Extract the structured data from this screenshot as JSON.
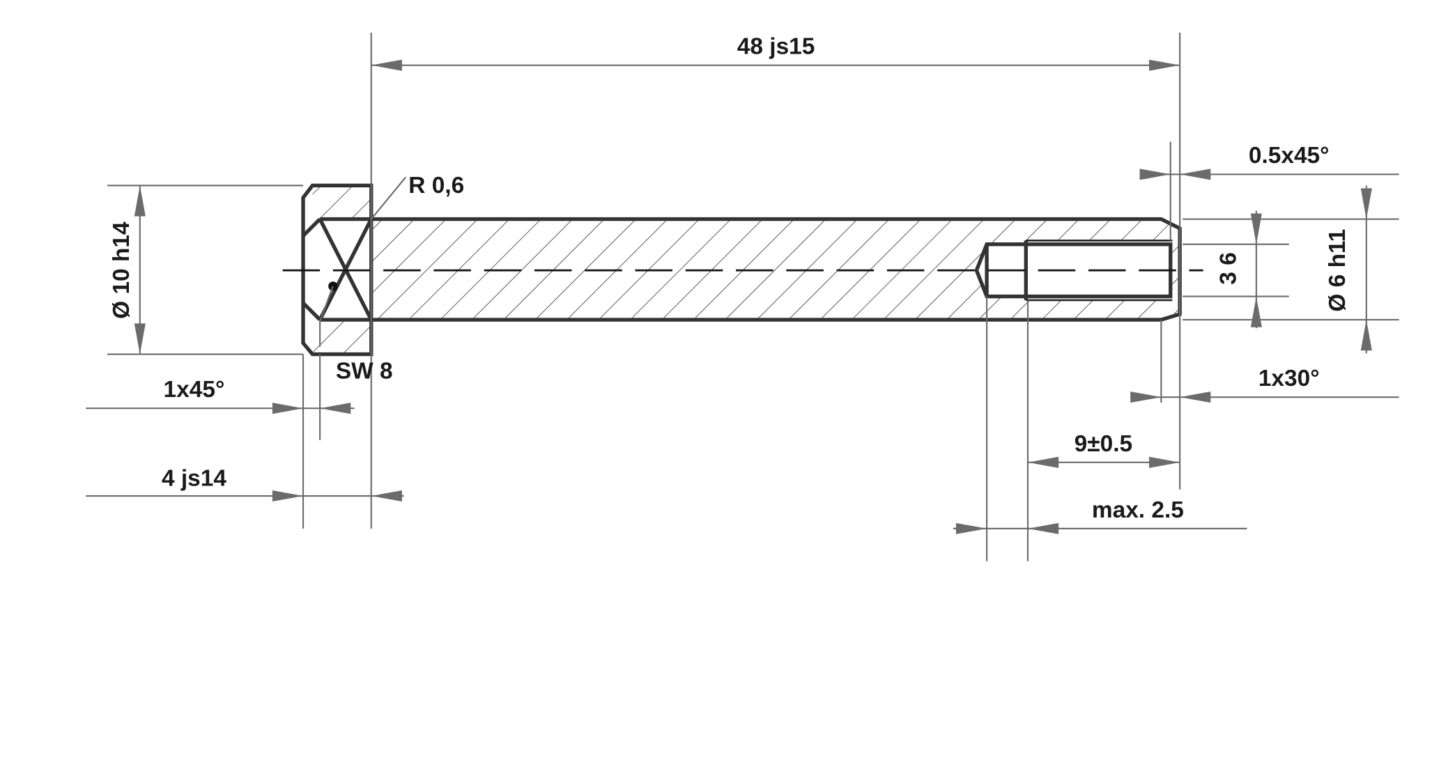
{
  "drawing": {
    "colors": {
      "outline": "#333333",
      "dimension": "#6b6b6b",
      "text": "#1a1a1a"
    },
    "labels": {
      "length": "48 js15",
      "radius": "R 0,6",
      "head_diameter": "Ø 10 h14",
      "wrench_size": "SW 8",
      "head_chamfer": "1x45°",
      "head_height": "4 js14",
      "end_chamfer": "0.5x45°",
      "shaft_diameter": "Ø 6 h11",
      "thread": "3 6",
      "end_chamfer_angle": "1x30°",
      "thread_depth": "9±0.5",
      "thread_runout": "max. 2.5"
    }
  }
}
